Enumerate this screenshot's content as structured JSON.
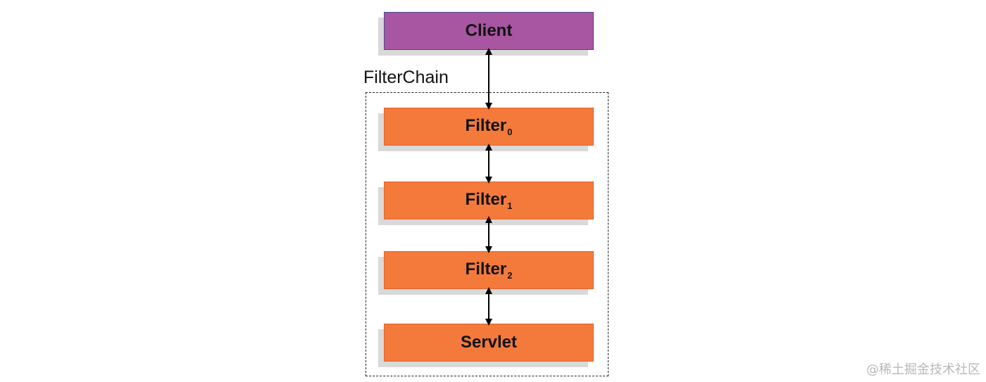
{
  "diagram": {
    "chain_label": "FilterChain",
    "client": {
      "label": "Client"
    },
    "filters": [
      {
        "name": "Filter",
        "sub": "0"
      },
      {
        "name": "Filter",
        "sub": "1"
      },
      {
        "name": "Filter",
        "sub": "2"
      }
    ],
    "servlet": {
      "label": "Servlet"
    },
    "colors": {
      "client": "#a855a2",
      "filter": "#f47a3c",
      "shadow": "#d9d9d9",
      "arrow": "#000000"
    }
  },
  "watermark": "@稀土掘金技术社区"
}
